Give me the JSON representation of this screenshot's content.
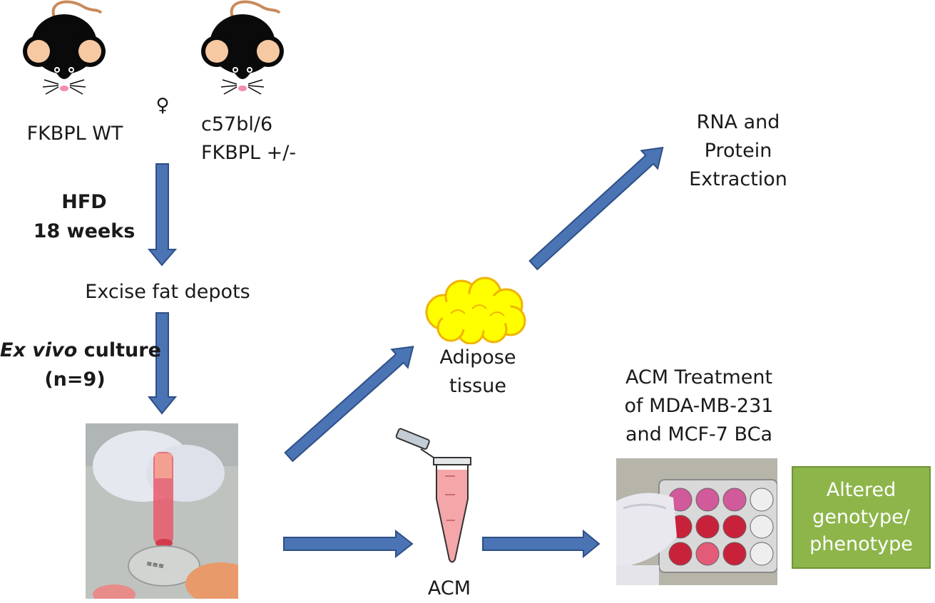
{
  "mice": {
    "wt_label": "FKBPL WT",
    "female_symbol": "♀",
    "het_label": "c57bl/6\nFKBPL +/-"
  },
  "steps": {
    "hfd_line1": "HFD",
    "hfd_line2": "18 weeks",
    "excise": "Excise fat depots",
    "exvivo_italic": "Ex vivo",
    "exvivo_rest": " culture",
    "exvivo_n": "(n=9)"
  },
  "outputs": {
    "rna": "RNA and\nProtein\nExtraction",
    "adipose": "Adipose\ntissue",
    "acm": "ACM",
    "acm_treatment": "ACM Treatment\nof MDA-MB-231\nand MCF-7 BCa",
    "altered": "Altered\ngenotype/\nphenotype"
  },
  "colors": {
    "arrow_fill": "#4a74b4",
    "arrow_stroke": "#2f4f86",
    "box_fill": "#8db54a",
    "cloud_fill": "#ffff00",
    "cloud_stroke": "#f2b300",
    "tube_liquid": "#f4a6a8"
  }
}
